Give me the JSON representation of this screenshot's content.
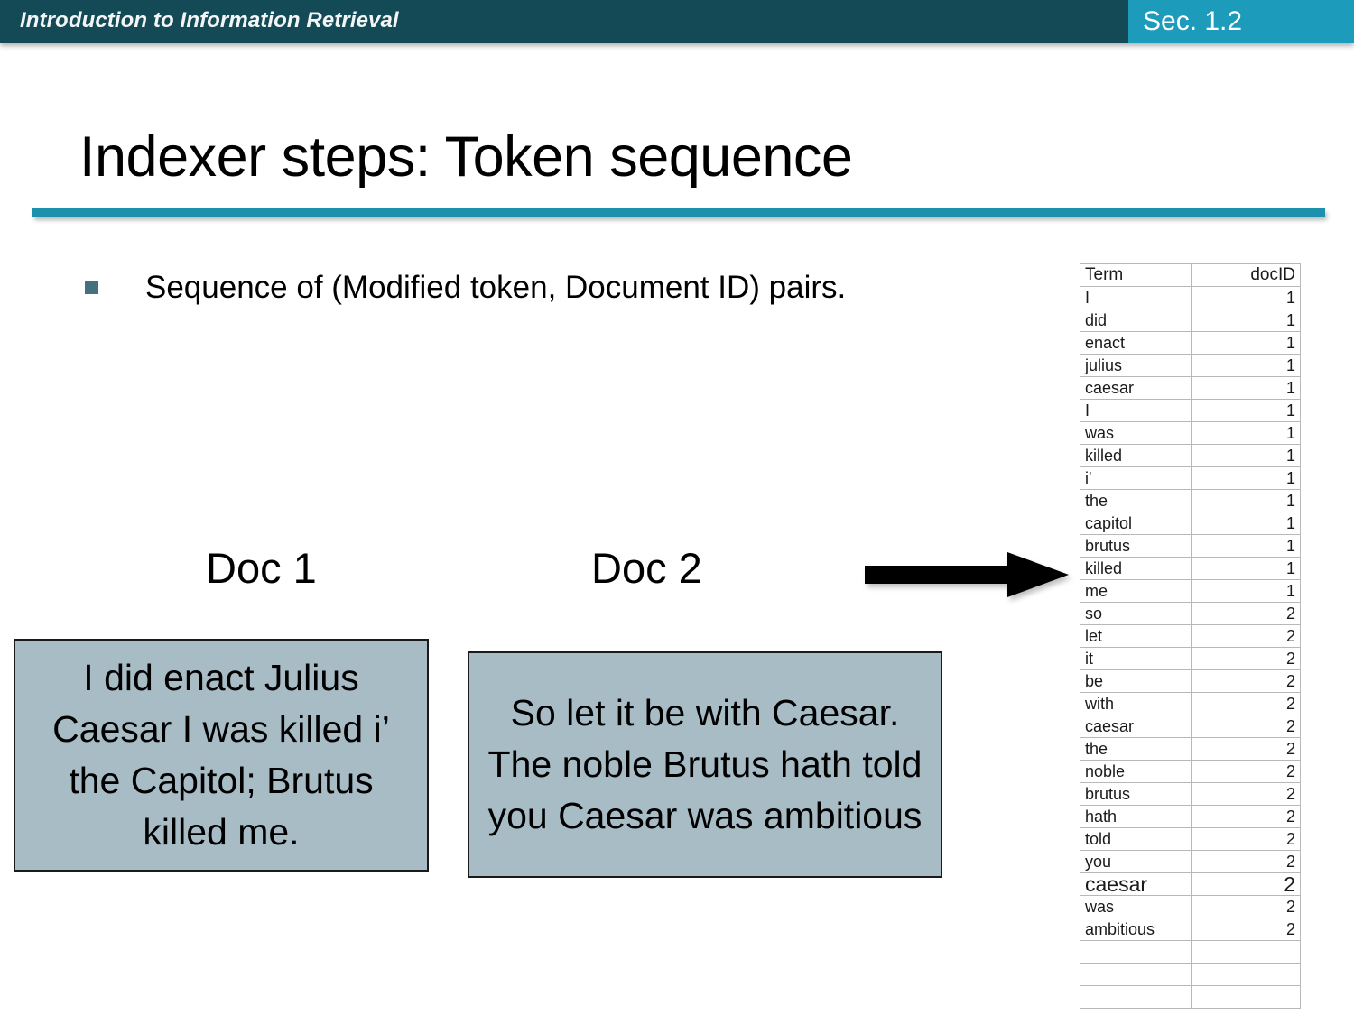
{
  "header": {
    "course_title": "Introduction to Information Retrieval",
    "section_label": "Sec. 1.2",
    "bar_color": "#134a55",
    "section_color": "#1c9cba"
  },
  "slide": {
    "title": "Indexer steps: Token sequence",
    "rule_color": "#1c90ad",
    "bullet": {
      "marker_icon": "square-bullet-icon",
      "marker_color": "#44707f",
      "text": "Sequence of (Modified token, Document ID) pairs."
    }
  },
  "documents": [
    {
      "label": "Doc 1",
      "text": "I did enact Julius Caesar I was killed i’ the Capitol; Brutus killed me.",
      "fill_color": "#a8bcc6"
    },
    {
      "label": "Doc 2",
      "text": "So let it be with Caesar. The noble Brutus hath told you Caesar was ambitious",
      "fill_color": "#a8bcc6"
    }
  ],
  "arrow": {
    "icon": "right-arrow-icon",
    "color": "#000000"
  },
  "table": {
    "columns": [
      "Term",
      "docID"
    ],
    "rows": [
      [
        "I",
        "1"
      ],
      [
        "did",
        "1"
      ],
      [
        "enact",
        "1"
      ],
      [
        "julius",
        "1"
      ],
      [
        "caesar",
        "1"
      ],
      [
        "I",
        "1"
      ],
      [
        "was",
        "1"
      ],
      [
        "killed",
        "1"
      ],
      [
        "i'",
        "1"
      ],
      [
        "the",
        "1"
      ],
      [
        "capitol",
        "1"
      ],
      [
        "brutus",
        "1"
      ],
      [
        "killed",
        "1"
      ],
      [
        "me",
        "1"
      ],
      [
        "so",
        "2"
      ],
      [
        "let",
        "2"
      ],
      [
        "it",
        "2"
      ],
      [
        "be",
        "2"
      ],
      [
        "with",
        "2"
      ],
      [
        "caesar",
        "2"
      ],
      [
        "the",
        "2"
      ],
      [
        "noble",
        "2"
      ],
      [
        "brutus",
        "2"
      ],
      [
        "hath",
        "2"
      ],
      [
        "told",
        "2"
      ],
      [
        "you",
        "2"
      ],
      [
        "caesar",
        "2"
      ],
      [
        "was",
        "2"
      ],
      [
        "ambitious",
        "2"
      ],
      [
        "",
        ""
      ],
      [
        "",
        ""
      ],
      [
        "",
        ""
      ]
    ],
    "emphasized_row_index": 26
  }
}
